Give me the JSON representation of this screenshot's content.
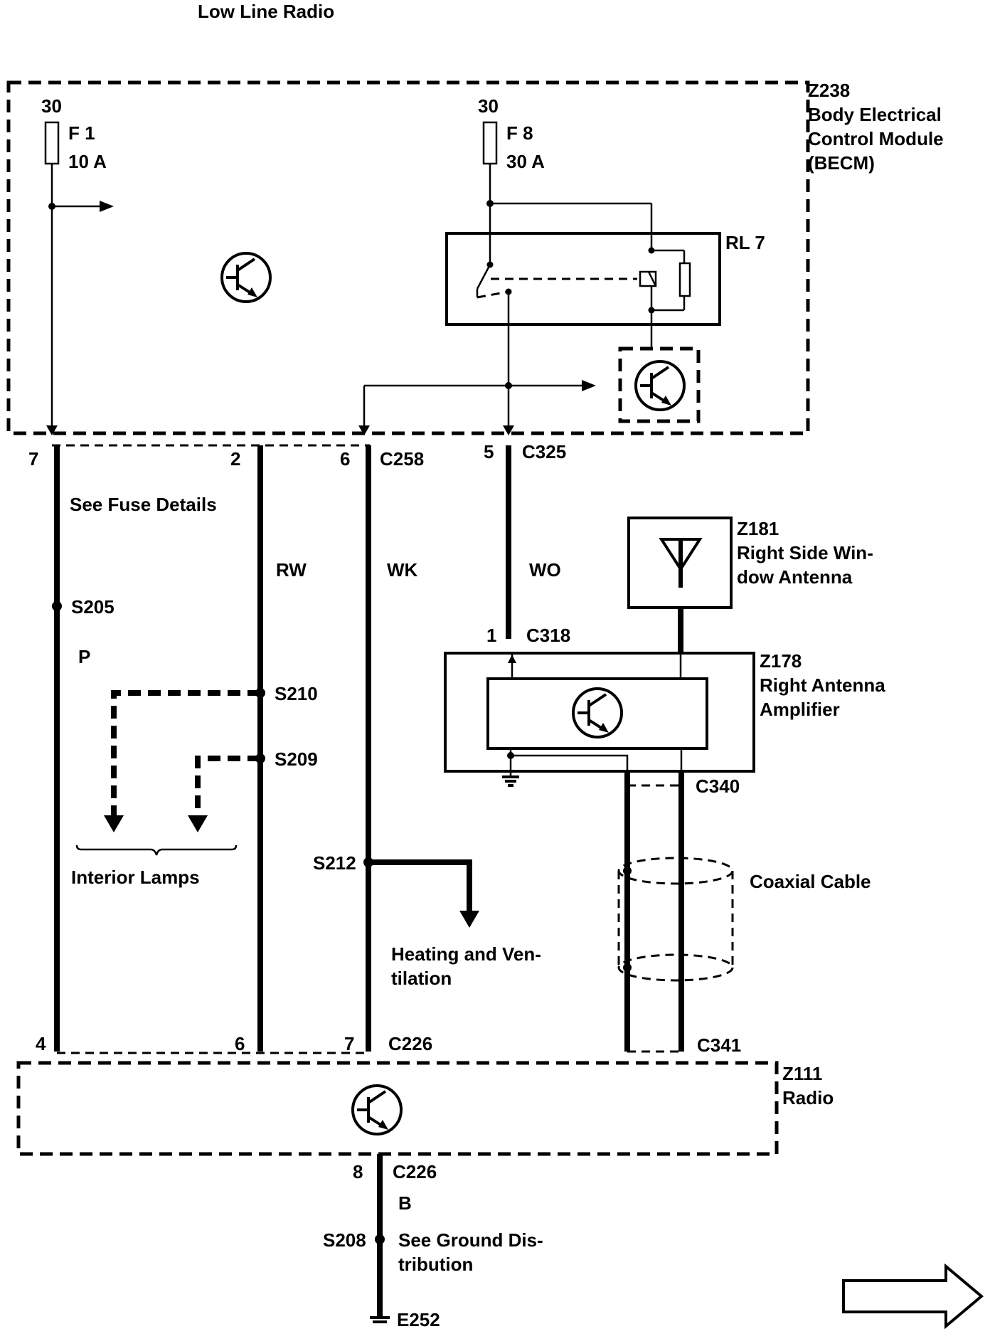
{
  "title": "Low Line Radio",
  "becm": {
    "id": "Z238",
    "name": [
      "Body Electrical",
      "Control Module",
      "(BECM)"
    ]
  },
  "fuse1": {
    "terminal": "30",
    "name": "F 1",
    "rating": "10 A"
  },
  "fuse8": {
    "terminal": "30",
    "name": "F 8",
    "rating": "30 A"
  },
  "relay": {
    "name": "RL 7"
  },
  "connectors": {
    "c258": "C258",
    "c325": "C325",
    "c318": "C318",
    "c340": "C340",
    "c341": "C341",
    "c226_top": "C226",
    "c226_bottom": "C226"
  },
  "pins": {
    "p7": "7",
    "p2": "2",
    "p6": "6",
    "p5": "5",
    "p1": "1",
    "r4": "4",
    "r6": "6",
    "r7": "7",
    "r8": "8"
  },
  "wires": {
    "rw": "RW",
    "wk": "WK",
    "wo": "WO",
    "p": "P",
    "b": "B"
  },
  "splices": {
    "s205": "S205",
    "s210": "S210",
    "s209": "S209",
    "s212": "S212",
    "s208": "S208"
  },
  "notes": {
    "fuse_details": "See Fuse Details",
    "interior_lamps": "Interior Lamps",
    "heating": [
      "Heating and Ven-",
      "tilation"
    ],
    "ground": [
      "See Ground Dis-",
      "tribution"
    ],
    "coax": "Coaxial Cable"
  },
  "antenna": {
    "id": "Z181",
    "name": [
      "Right Side Win-",
      "dow Antenna"
    ]
  },
  "amplifier": {
    "id": "Z178",
    "name": [
      "Right Antenna",
      "Amplifier"
    ]
  },
  "radio": {
    "id": "Z111",
    "name": "Radio"
  },
  "ground_point": "E252"
}
